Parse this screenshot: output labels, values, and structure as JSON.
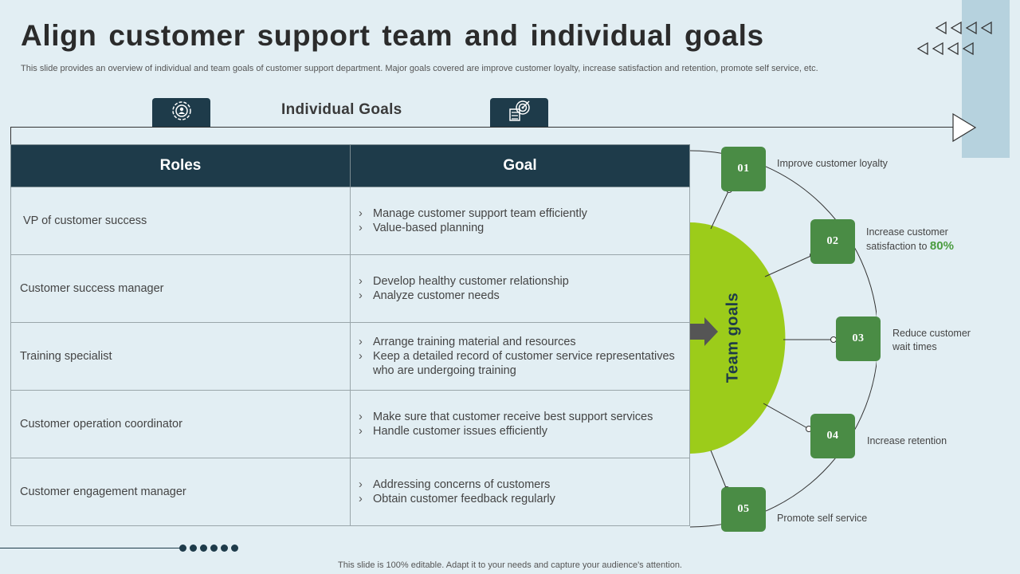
{
  "header": {
    "title": "Align customer support team and individual goals",
    "subtitle": "This slide provides an overview of individual and team goals of customer support department. Major goals covered are improve customer loyalty, increase satisfaction and retention, promote self service, etc."
  },
  "individual": {
    "label": "Individual Goals",
    "icons": [
      "user-gear-icon",
      "target-checklist-icon"
    ]
  },
  "table": {
    "headers": {
      "roles": "Roles",
      "goal": "Goal"
    },
    "rows": [
      {
        "role": "VP of customer success",
        "goals": [
          "Manage customer support team efficiently",
          "Value-based planning"
        ]
      },
      {
        "role": "Customer success manager",
        "goals": [
          "Develop healthy customer relationship",
          "Analyze customer needs"
        ]
      },
      {
        "role": "Training specialist",
        "goals": [
          "Arrange training material and resources",
          "Keep a detailed record of customer service representatives who are undergoing training"
        ]
      },
      {
        "role": "Customer operation coordinator",
        "goals": [
          "Make sure that customer receive best support services",
          "Handle customer issues efficiently"
        ]
      },
      {
        "role": "Customer engagement manager",
        "goals": [
          "Addressing concerns of customers",
          "Obtain customer feedback regularly"
        ]
      }
    ]
  },
  "team": {
    "label": "Team goals",
    "items": [
      {
        "num": "01",
        "text": "Improve  customer loyalty"
      },
      {
        "num": "02",
        "text": "Increase customer",
        "text2": "satisfaction to ",
        "highlight": "80%"
      },
      {
        "num": "03",
        "text": "Reduce customer",
        "text2": "wait times"
      },
      {
        "num": "04",
        "text": "Increase retention"
      },
      {
        "num": "05",
        "text": "Promote self service"
      }
    ]
  },
  "footer": "This slide is 100% editable. Adapt it to your needs and capture your audience's attention.",
  "colors": {
    "dark": "#1e3b4a",
    "green": "#4a8c45",
    "lime": "#9ccc1a",
    "bg": "#e2eef3"
  }
}
